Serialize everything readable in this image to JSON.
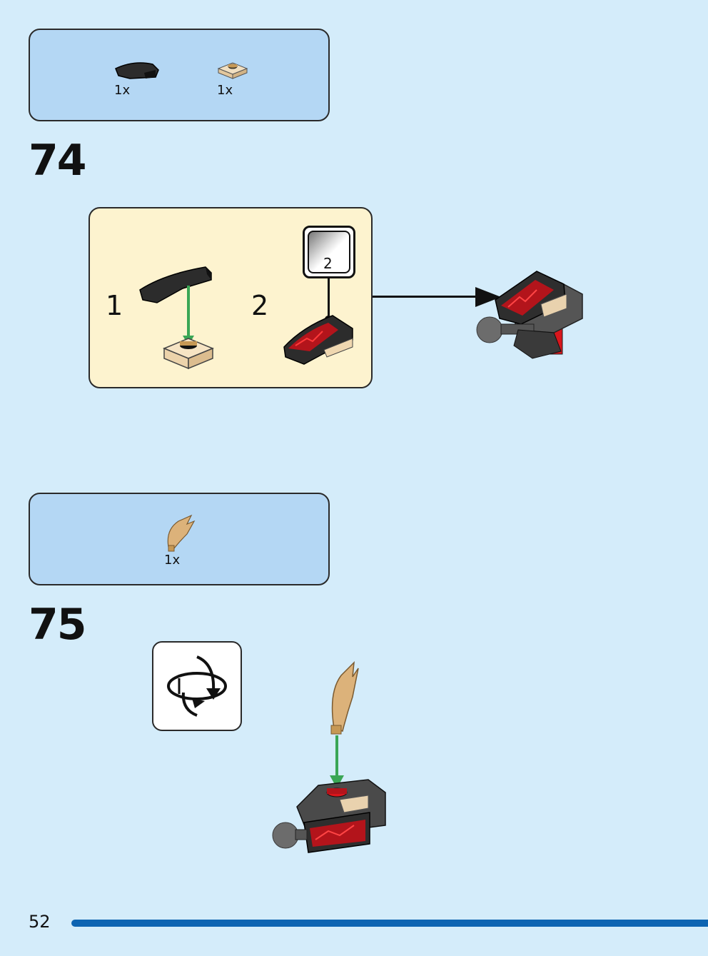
{
  "steps": [
    {
      "number": "74",
      "parts": [
        {
          "name": "black-curved-slope",
          "qty": "1x"
        },
        {
          "name": "tan-round-plate-jumper",
          "qty": "1x"
        }
      ],
      "substeps": [
        {
          "number": "1"
        },
        {
          "number": "2",
          "sticker": "2"
        }
      ]
    },
    {
      "number": "75",
      "parts": [
        {
          "name": "tan-flame-piece",
          "qty": "1x"
        }
      ],
      "rotate_icon": "rotate-model-icon"
    }
  ],
  "page": {
    "number": "52",
    "bar_color": "#0d64b2"
  },
  "colors": {
    "background": "#d4ecfa",
    "parts_box": "#b4d7f4",
    "substep_box": "#fdf3cf",
    "arrow": "#3aa655"
  }
}
